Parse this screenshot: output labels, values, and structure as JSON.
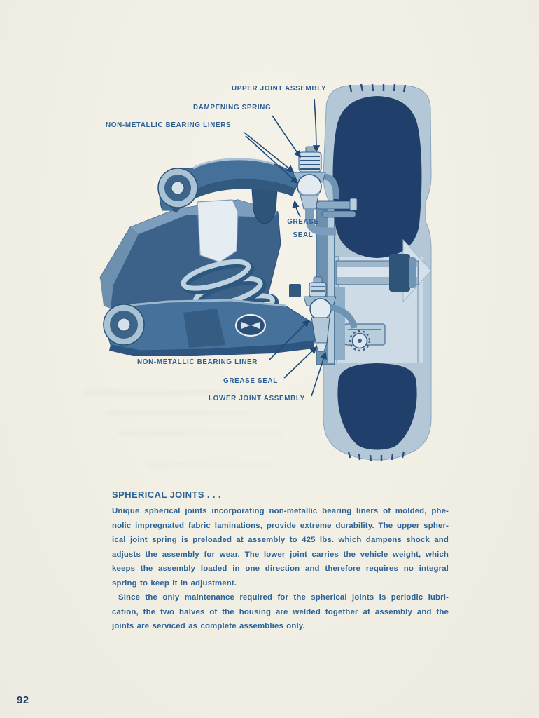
{
  "page": {
    "number": "92"
  },
  "diagram": {
    "labels": [
      {
        "id": "upper-joint-assembly",
        "text": "UPPER JOINT ASSEMBLY"
      },
      {
        "id": "dampening-spring",
        "text": "DAMPENING SPRING"
      },
      {
        "id": "non-metallic-bearing-liners",
        "text": "NON-METALLIC BEARING LINERS"
      },
      {
        "id": "grease-seal-upper",
        "text": "GREASE SEAL"
      },
      {
        "id": "non-metallic-bearing-liner",
        "text": "NON-METALLIC BEARING LINER"
      },
      {
        "id": "grease-seal-lower",
        "text": "GREASE SEAL"
      },
      {
        "id": "lower-joint-assembly",
        "text": "LOWER JOINT ASSEMBLY"
      }
    ]
  },
  "article": {
    "title": "SPHERICAL JOINTS .  .  .",
    "para1_lines": [
      "Unique spherical joints incorporating non-metallic bearing liners of molded, phe-",
      "nolic impregnated fabric laminations, provide extreme durability. The upper spher-",
      "ical joint spring is preloaded at assembly to 425 lbs. which dampens shock and",
      "adjusts the assembly for wear. The lower joint carries the vehicle weight, which",
      "keeps the assembly loaded in one direction and therefore requires no integral",
      "spring to keep it in adjustment."
    ],
    "para2_lines": [
      "Since the only maintenance required for the spherical joints is periodic lubri-",
      "cation, the two halves of the housing are welded together at assembly and the",
      "joints are serviced as complete assemblies only."
    ]
  },
  "colors": {
    "paper": "#f1efe4",
    "ink_text": "#2c6296",
    "ink_label": "#2b5e92",
    "leader_line": "#1f4a78",
    "tire_dark": "#20406b",
    "tire_light": "#b3c7d6",
    "metal_mid": "#44709a",
    "metal_dark": "#2f5479",
    "metal_light": "#cfdde8"
  }
}
